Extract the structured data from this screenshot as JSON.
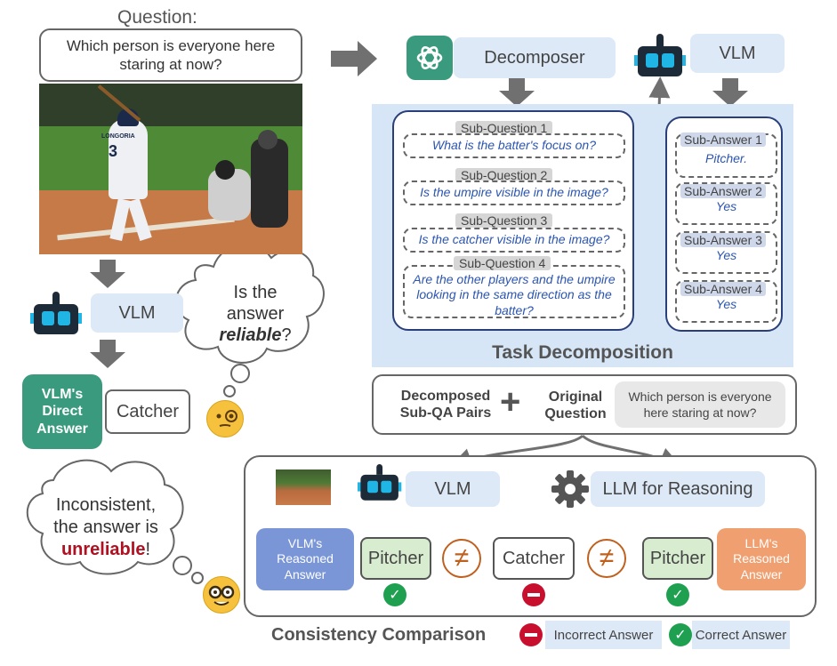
{
  "question": {
    "header": "Question:",
    "text": "Which person is everyone here staring at now?"
  },
  "decomposer_label": "Decomposer",
  "vlm_label": "VLM",
  "sub_questions": [
    {
      "label": "Sub-Question 1",
      "text": "What is the batter's focus on?"
    },
    {
      "label": "Sub-Question 2",
      "text": "Is the umpire visible in the image?"
    },
    {
      "label": "Sub-Question 3",
      "text": "Is the catcher visible in the image?"
    },
    {
      "label": "Sub-Question 4",
      "text": "Are the other players and the umpire looking in the same direction as the batter?"
    }
  ],
  "sub_answers": [
    {
      "label": "Sub-Answer 1",
      "text": "Pitcher."
    },
    {
      "label": "Sub-Answer 2",
      "text": "Yes"
    },
    {
      "label": "Sub-Answer 3",
      "text": "Yes"
    },
    {
      "label": "Sub-Answer 4",
      "text": "Yes"
    }
  ],
  "task_decomposition_title": "Task Decomposition",
  "combine": {
    "left": "Decomposed Sub-QA Pairs",
    "plus": "+",
    "original": "Original Question",
    "question_text": "Which person is everyone here staring at now?"
  },
  "left_flow": {
    "vlm_label": "VLM",
    "thought_plain": "Is the answer",
    "thought_emph": "reliable",
    "thought_end": "?",
    "direct_answer_label": "VLM's Direct Answer",
    "direct_answer": "Catcher"
  },
  "inconsistent_thought": {
    "line1": "Inconsistent,",
    "line2": "the answer is",
    "emph": "unreliable",
    "end": "!"
  },
  "consistency": {
    "vlm_label": "VLM",
    "llm_label": "LLM for Reasoning",
    "vlm_reasoned_label": "VLM's Reasoned Answer",
    "llm_reasoned_label": "LLM's Reasoned Answer",
    "answer_vlm": "Pitcher",
    "answer_direct": "Catcher",
    "answer_llm": "Pitcher",
    "neq": "≠",
    "title": "Consistency Comparison",
    "legend_incorrect": "Incorrect Answer",
    "legend_correct": "Correct Answer"
  },
  "photo": {
    "jersey_number": "3",
    "jersey_name": "LONGORIA"
  },
  "colors": {
    "accent_green": "#3a9a7e",
    "label_blue": "#dde9f7",
    "vlm_reasoned": "#7a96d6",
    "llm_reasoned": "#f0a070",
    "answer_green": "#d8ecd0",
    "neq_orange": "#c0601e",
    "check_green": "#1ea050",
    "minus_red": "#c8102e"
  }
}
